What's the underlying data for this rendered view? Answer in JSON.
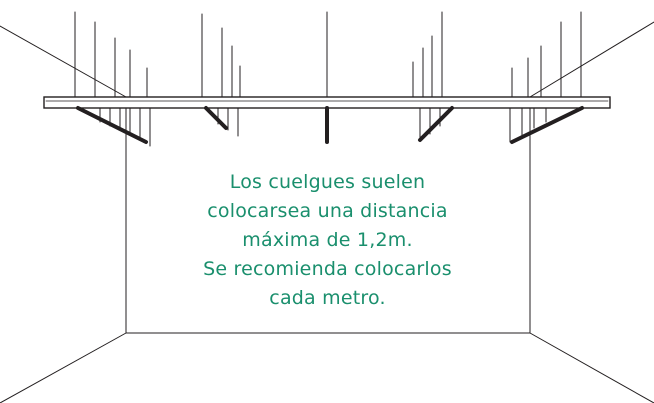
{
  "caption": {
    "lines": [
      "Los cuelgues suelen",
      "colocarsea una distancia",
      "máxima de 1,2m.",
      "Se recomienda colocarlos",
      "cada metro."
    ]
  },
  "colors": {
    "line": "#231f20",
    "text": "#1a8f6d",
    "background": "#ffffff"
  }
}
